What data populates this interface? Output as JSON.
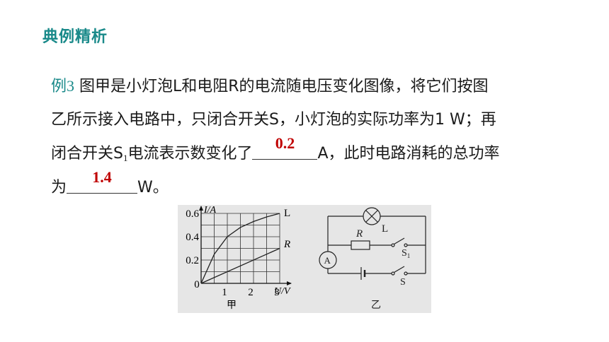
{
  "header": {
    "title": "典例精析"
  },
  "problem": {
    "label": "例3",
    "line1": "图甲是小灯泡L和电阻R的电流随电压变化图像，将它们按图",
    "line2": "乙所示接入电路中，只闭合开关S，小灯泡的实际功率为1 W；再",
    "line3_a": "闭合开关S",
    "line3_sub": "1",
    "line3_b": "电流表示数变化了",
    "answer1": "0.2",
    "line3_c": "A，此时电路消耗的总功率",
    "line4_a": "为",
    "answer2": "1.4",
    "line4_b": "W。"
  },
  "graph": {
    "caption": "甲",
    "y_axis": "I/A",
    "x_axis": "U/V",
    "y_ticks": [
      "0.6",
      "0.4",
      "0.2"
    ],
    "x_ticks": [
      "1",
      "2",
      "3"
    ],
    "origin": "0",
    "curve_labels": {
      "L": "L",
      "R": "R"
    }
  },
  "chart_data": {
    "type": "line",
    "title": "",
    "xlabel": "U/V",
    "ylabel": "I/A",
    "xlim": [
      0,
      3
    ],
    "ylim": [
      0,
      0.6
    ],
    "grid": true,
    "series": [
      {
        "name": "L",
        "x": [
          0,
          0.5,
          1,
          1.5,
          2,
          2.5,
          3
        ],
        "y": [
          0,
          0.25,
          0.4,
          0.48,
          0.53,
          0.57,
          0.6
        ]
      },
      {
        "name": "R",
        "x": [
          0,
          3
        ],
        "y": [
          0,
          0.3
        ]
      }
    ]
  },
  "circuit": {
    "caption": "乙",
    "lamp": "L",
    "resistor": "R",
    "switch1": "S",
    "switch1_sub": "1",
    "switch_main": "S",
    "ammeter": "A"
  }
}
